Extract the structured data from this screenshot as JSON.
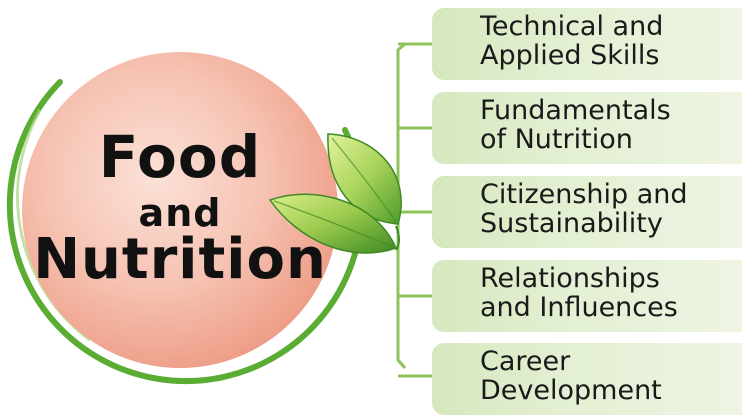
{
  "center": {
    "line1": "Food",
    "line2": "and",
    "line3": "Nutrition"
  },
  "branches": [
    {
      "label": "Technical and\nApplied Skills"
    },
    {
      "label": "Fundamentals\nof Nutrition"
    },
    {
      "label": "Citizenship and\nSustainability"
    },
    {
      "label": "Relationships\nand Influences"
    },
    {
      "label": "Career\nDevelopment"
    }
  ],
  "colors": {
    "circle_fill_center": "#f9d8cc",
    "circle_fill_edge": "#f0a491",
    "ring": "#5aac32",
    "connector": "#8dc35a",
    "box_fill": "#e3efd2",
    "leaf_light": "#c7e47c",
    "leaf_dark": "#4c9a2a"
  }
}
